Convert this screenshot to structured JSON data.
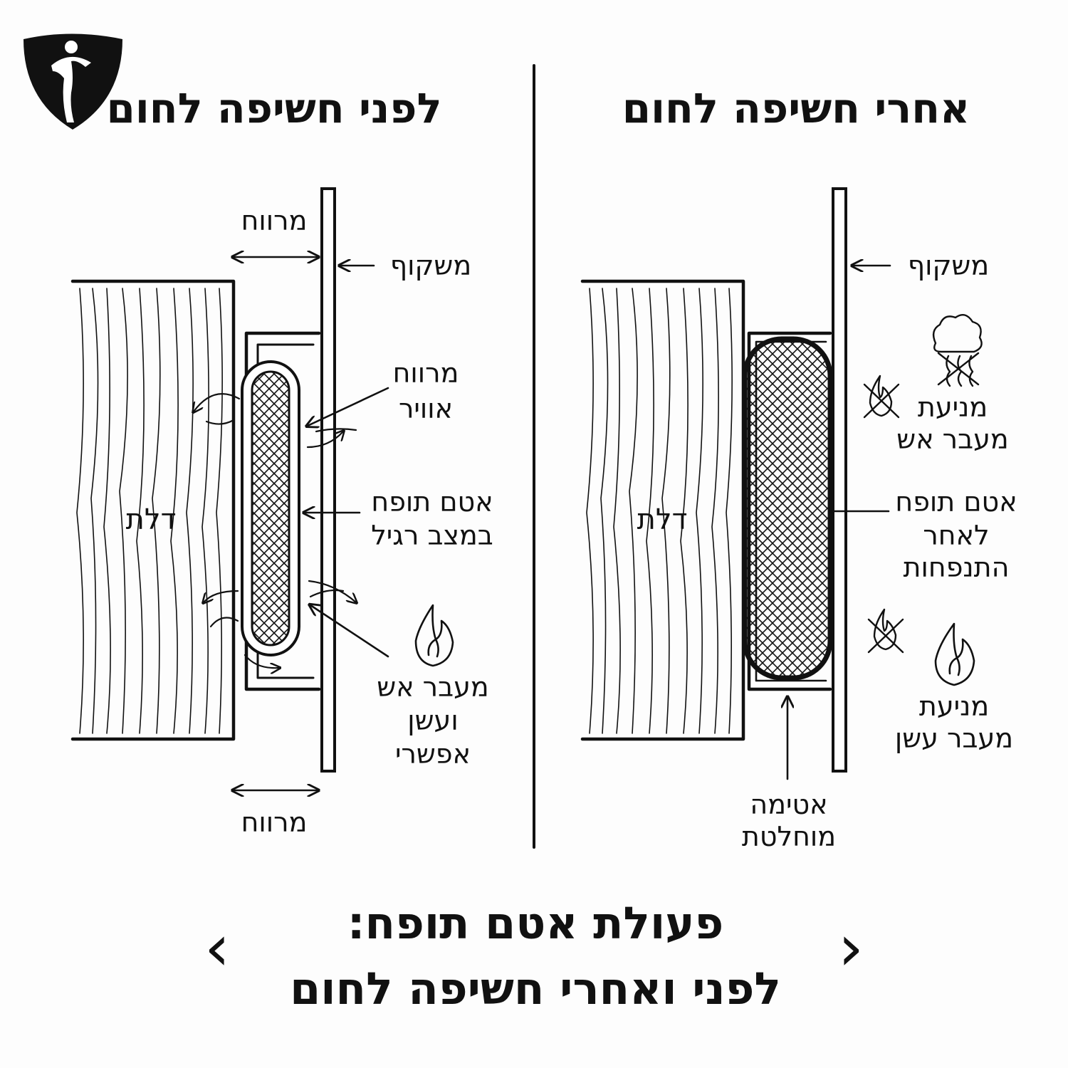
{
  "colors": {
    "ink": "#111111",
    "background": "#fdfdfd"
  },
  "logo": {
    "icon": "shield-person-logo"
  },
  "left_panel": {
    "title": "לפני חשיפה לחום",
    "labels": {
      "gap_top": "מרווח",
      "gap_bottom": "מרווח",
      "frame": "משקוף",
      "door": "דלת",
      "air_gap_line1": "מרווח",
      "air_gap_line2": "אוויר",
      "seal_line1": "אטם תופח",
      "seal_line2": "במצב רגיל",
      "fire_line1": "מעבר אש",
      "fire_line2": "ועשן",
      "fire_line3": "אפשרי"
    },
    "icons": [
      "flame-icon"
    ]
  },
  "right_panel": {
    "title": "אחרי חשיפה לחום",
    "labels": {
      "frame": "משקוף",
      "door": "דלת",
      "fire_block_line1": "מניעת",
      "fire_block_line2": "מעבר אש",
      "seal_line1": "אטם תופח",
      "seal_line2": "לאחר",
      "seal_line3": "התנפחות",
      "smoke_block_line1": "מניעת",
      "smoke_block_line2": "מעבר עשן",
      "sealing_line1": "אטימה",
      "sealing_line2": "מוחלטת"
    },
    "icons": [
      "smoke-crossed-icon",
      "flame-crossed-icon",
      "flame-icon"
    ]
  },
  "footer": {
    "title_line1": "פעולת אטם תופח:",
    "title_line2": "לפני ואחרי חשיפה לחום",
    "left_arrow": "‹",
    "right_arrow": "›"
  }
}
